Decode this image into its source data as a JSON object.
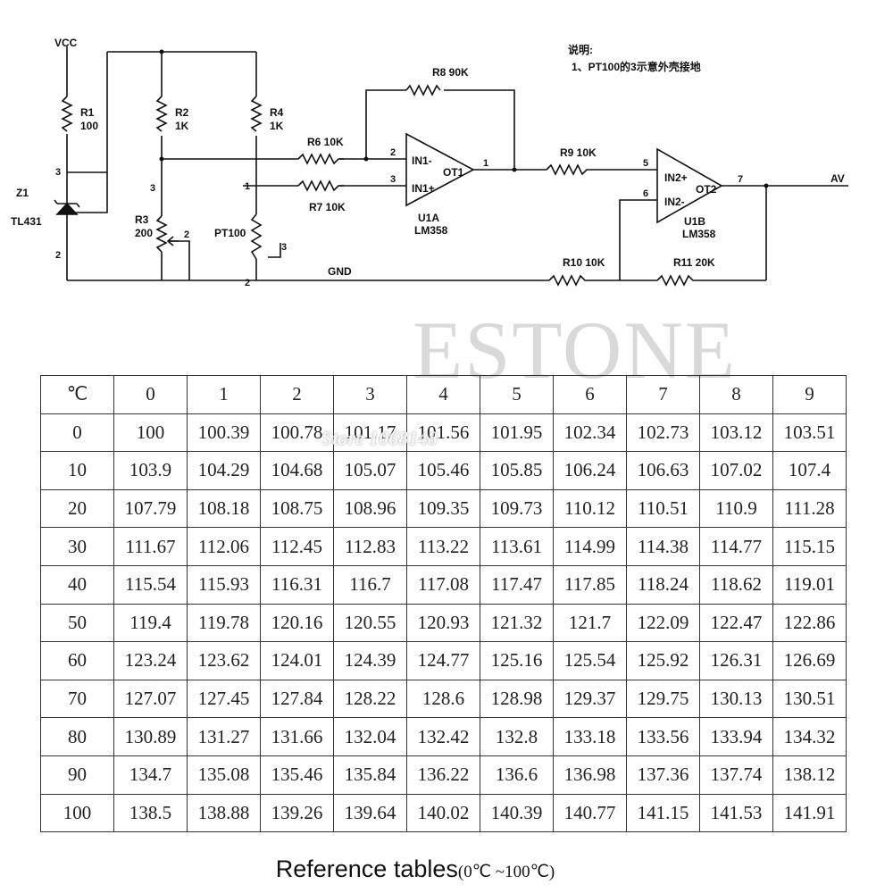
{
  "schematic": {
    "vcc": "VCC",
    "z1": "Z1",
    "tl431": "TL431",
    "r1_name": "R1",
    "r1_value": "100",
    "r2_name": "R2",
    "r2_value": "1K",
    "r3_name": "R3",
    "r3_value": "200",
    "r4_name": "R4",
    "r4_value": "1K",
    "pt100": "PT100",
    "r6": "R6  10K",
    "r7": "R7  10K",
    "r8": "R8  90K",
    "r9": "R9  10K",
    "r10": "R10 10K",
    "r11": "R11 20K",
    "u1a_in_minus": "IN1-",
    "u1a_in_plus": "IN1+",
    "u1a_out": "OT1",
    "u1a_name": "U1A",
    "u1a_part": "LM358",
    "u1b_in_plus": "IN2+",
    "u1b_in_minus": "IN2-",
    "u1b_out": "OT2",
    "u1b_name": "U1B",
    "u1b_part": "LM358",
    "gnd": "GND",
    "av": "AV",
    "note_title": "说明:",
    "note_line": "1、PT100的3示意外壳接地",
    "pins": {
      "z1_3": "3",
      "z1_2": "2",
      "r3_2": "2",
      "r3_3": "3",
      "pt_1": "1",
      "pt_2": "2",
      "pt_3": "3",
      "u1a_2": "2",
      "u1a_3": "3",
      "u1a_1": "1",
      "u1b_5": "5",
      "u1b_6": "6",
      "u1b_7": "7"
    }
  },
  "watermark": "ESTONE",
  "store_watermark": "Store 1068148",
  "table": {
    "corner": "℃",
    "columns": [
      "0",
      "1",
      "2",
      "3",
      "4",
      "5",
      "6",
      "7",
      "8",
      "9"
    ],
    "rows": [
      {
        "label": "0",
        "values": [
          "100",
          "100.39",
          "100.78",
          "101.17",
          "101.56",
          "101.95",
          "102.34",
          "102.73",
          "103.12",
          "103.51"
        ]
      },
      {
        "label": "10",
        "values": [
          "103.9",
          "104.29",
          "104.68",
          "105.07",
          "105.46",
          "105.85",
          "106.24",
          "106.63",
          "107.02",
          "107.4"
        ]
      },
      {
        "label": "20",
        "values": [
          "107.79",
          "108.18",
          "108.75",
          "108.96",
          "109.35",
          "109.73",
          "110.12",
          "110.51",
          "110.9",
          "111.28"
        ]
      },
      {
        "label": "30",
        "values": [
          "111.67",
          "112.06",
          "112.45",
          "112.83",
          "113.22",
          "113.61",
          "114.99",
          "114.38",
          "114.77",
          "115.15"
        ]
      },
      {
        "label": "40",
        "values": [
          "115.54",
          "115.93",
          "116.31",
          "116.7",
          "117.08",
          "117.47",
          "117.85",
          "118.24",
          "118.62",
          "119.01"
        ]
      },
      {
        "label": "50",
        "values": [
          "119.4",
          "119.78",
          "120.16",
          "120.55",
          "120.93",
          "121.32",
          "121.7",
          "122.09",
          "122.47",
          "122.86"
        ]
      },
      {
        "label": "60",
        "values": [
          "123.24",
          "123.62",
          "124.01",
          "124.39",
          "124.77",
          "125.16",
          "125.54",
          "125.92",
          "126.31",
          "126.69"
        ]
      },
      {
        "label": "70",
        "values": [
          "127.07",
          "127.45",
          "127.84",
          "128.22",
          "128.6",
          "128.98",
          "129.37",
          "129.75",
          "130.13",
          "130.51"
        ]
      },
      {
        "label": "80",
        "values": [
          "130.89",
          "131.27",
          "131.66",
          "132.04",
          "132.42",
          "132.8",
          "133.18",
          "133.56",
          "133.94",
          "134.32"
        ]
      },
      {
        "label": "90",
        "values": [
          "134.7",
          "135.08",
          "135.46",
          "135.84",
          "136.22",
          "136.6",
          "136.98",
          "137.36",
          "137.74",
          "138.12"
        ]
      },
      {
        "label": "100",
        "values": [
          "138.5",
          "138.88",
          "139.26",
          "139.64",
          "140.02",
          "140.39",
          "140.77",
          "141.15",
          "141.53",
          "141.91"
        ]
      }
    ]
  },
  "caption": {
    "main": "Reference tables",
    "range": "(0℃ ~100℃)"
  }
}
